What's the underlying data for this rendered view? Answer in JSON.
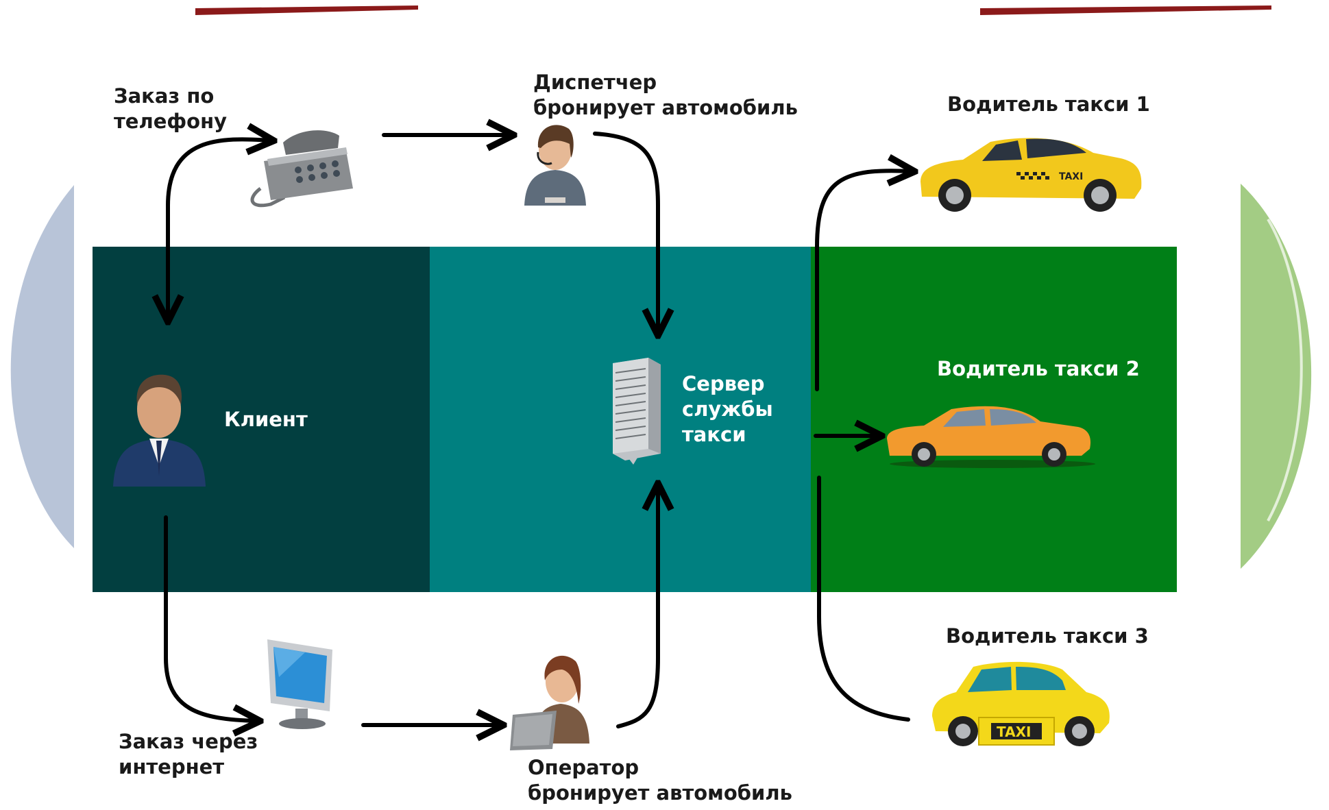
{
  "diagram": {
    "labels": {
      "phone_order": "Заказ по\nтелефону",
      "dispatcher": "Диспетчер\nбронирует автомобиль",
      "driver_1": "Водитель такси 1",
      "client": "Клиент",
      "server": "Сервер\nслужбы\nтакси",
      "driver_2": "Водитель такси 2",
      "driver_3": "Водитель такси 3",
      "internet_order": "Заказ через\nинтернет",
      "operator": "Оператор\nбронирует автомобиль",
      "taxi_sign_1": "TAXI",
      "taxi_sign_3": "TAXI"
    },
    "colors": {
      "panel_client": "#023f40",
      "panel_server": "#008080",
      "panel_drivers": "#007f17",
      "deco_left": "#b8c4d8",
      "deco_right": "#a3cc84",
      "deco_top": "#8b1a1a",
      "arrows": "#000000"
    },
    "icons": [
      "telephone-icon",
      "dispatcher-icon",
      "client-icon",
      "server-icon",
      "computer-monitor-icon",
      "operator-icon",
      "yellow-taxi-icon",
      "orange-taxi-icon",
      "small-yellow-taxi-icon"
    ]
  }
}
